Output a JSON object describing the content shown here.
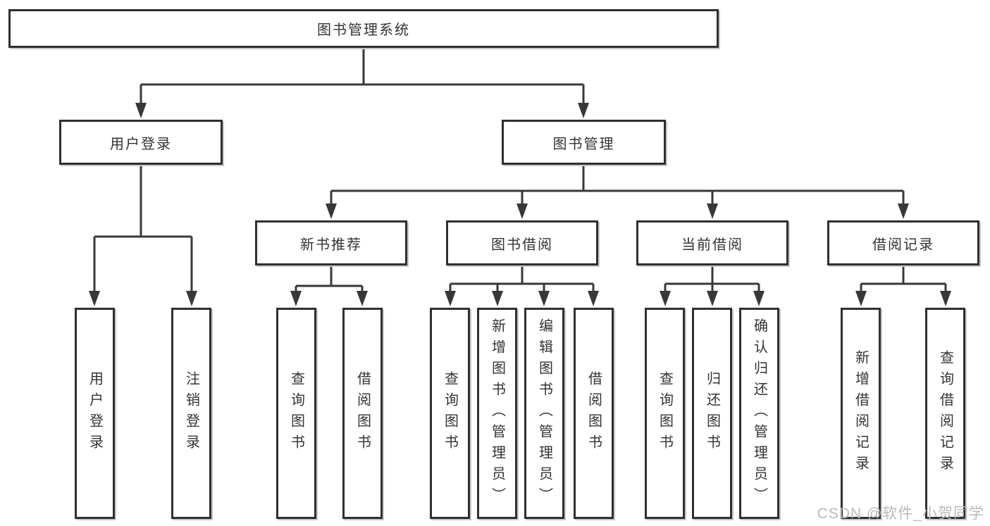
{
  "tree": {
    "root": "图书管理系统",
    "branches": [
      {
        "label": "用户登录",
        "children": [
          "用户登录",
          "注销登录"
        ]
      },
      {
        "label": "图书管理",
        "groups": [
          {
            "label": "新书推荐",
            "children": [
              "查询图书",
              "借阅图书"
            ]
          },
          {
            "label": "图书借阅",
            "children": [
              "查询图书",
              "新增图书（管理员）",
              "编辑图书（管理员）",
              "借阅图书"
            ]
          },
          {
            "label": "当前借阅",
            "children": [
              "查询图书",
              "归还图书",
              "确认归还（管理员）"
            ]
          },
          {
            "label": "借阅记录",
            "children": [
              "新增借阅记录",
              "查询借阅记录"
            ]
          }
        ]
      }
    ]
  },
  "watermark": "CSDN @软件_小贺同学",
  "colors": {
    "line": "#383838",
    "box_border": "#2f2f2f",
    "box_fill": "#ffffff",
    "text": "#333333",
    "watermark": "#b9b9bd"
  }
}
